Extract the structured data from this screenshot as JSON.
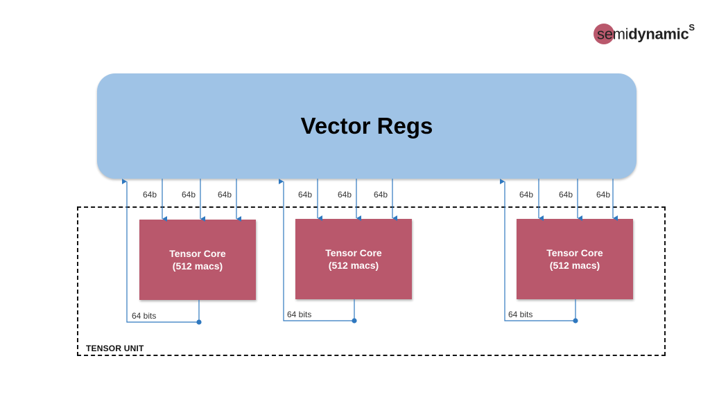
{
  "logo": {
    "text_regular": "semi",
    "text_bold": "dynamic",
    "superscript": "S",
    "circle_color": "#b9586c"
  },
  "vector_regs": {
    "label": "Vector Regs",
    "color": "#9fc3e6"
  },
  "tensor_unit": {
    "label": "TENSOR UNIT"
  },
  "cores": [
    {
      "line1": "Tensor Core",
      "line2": "(512 macs)"
    },
    {
      "line1": "Tensor Core",
      "line2": "(512 macs)"
    },
    {
      "line1": "Tensor Core",
      "line2": "(512 macs)"
    }
  ],
  "core_color": "#b9586c",
  "wire_color": "#2f78bf",
  "input_width_label": "64b",
  "output_width_label": "64 bits"
}
